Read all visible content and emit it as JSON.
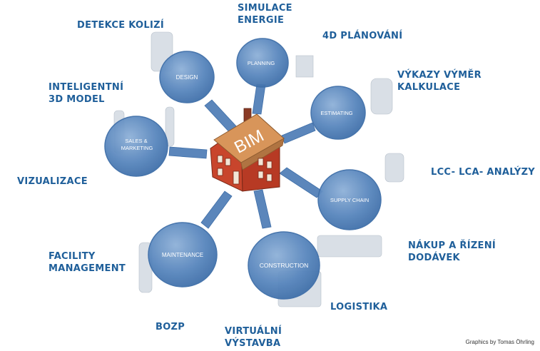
{
  "center": {
    "label": "BIM"
  },
  "nodes": [
    {
      "id": "design",
      "label": "DESIGN"
    },
    {
      "id": "planning",
      "label": "PLANNING"
    },
    {
      "id": "estimating",
      "label": "ESTIMATING"
    },
    {
      "id": "sales",
      "label": "SALES &\nMARKETING"
    },
    {
      "id": "supply",
      "label": "SUPPLY CHAIN"
    },
    {
      "id": "maintenance",
      "label": "MAINTENANCE"
    },
    {
      "id": "construction",
      "label": "CONSTRUCTION"
    }
  ],
  "annotations": {
    "detekce": [
      "DETEKCE KOLIZÍ"
    ],
    "simulace": [
      "SIMULACE",
      "ENERGIE"
    ],
    "planovani": [
      "4D PLÁNOVÁNÍ"
    ],
    "vykazy": [
      "VÝKAZY VÝMĚR",
      "KALKULACE"
    ],
    "model": [
      "INTELIGENTNÍ",
      "3D MODEL"
    ],
    "vizualizace": [
      "VIZUALIZACE"
    ],
    "lcc": [
      "LCC- LCA- ANALÝZY"
    ],
    "nakup": [
      "NÁKUP A ŘÍZENÍ",
      "DODÁVEK"
    ],
    "facility": [
      "FACILITY",
      "MANAGEMENT"
    ],
    "logistika": [
      "LOGISTIKA"
    ],
    "bozp": [
      "BOZP"
    ],
    "virtualni": [
      "VIRTUÁLNÍ",
      "VÝSTAVBA"
    ]
  },
  "credit": "Graphics by Tomas Öhrling",
  "colors": {
    "circle": "#4f7fb7",
    "circle_light": "#7fa4cf",
    "connector": "#5b86bb",
    "house_wall": "#c8452c",
    "house_roof": "#d8955a",
    "label_text": "#1f5f9a"
  }
}
